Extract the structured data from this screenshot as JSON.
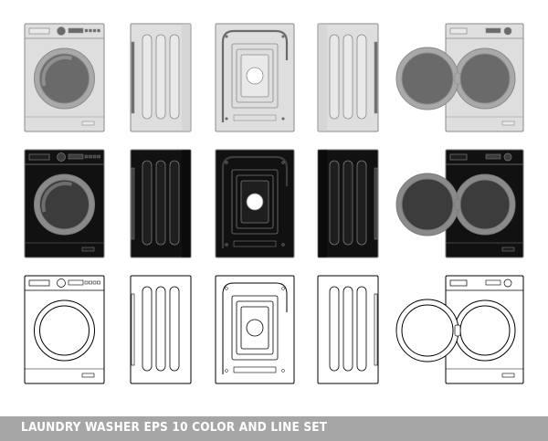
{
  "caption": "LAUNDRY WASHER EPS 10 COLOR AND LINE SET",
  "rows": [
    {
      "style": "gray"
    },
    {
      "style": "black"
    },
    {
      "style": "line"
    }
  ],
  "views": [
    "front-closed",
    "left-side",
    "back",
    "right-side",
    "front-open"
  ],
  "colors": {
    "gray": {
      "body": "#dedede",
      "panel": "#e9e9e9",
      "dark": "#6a6a6a",
      "ring": "#a9a9a9",
      "stroke": "#8a8a8a",
      "sideShade": "#c8c8c8"
    },
    "black": {
      "body": "#111111",
      "panel": "#1e1e1e",
      "dark": "#3c3c3c",
      "ring": "#8a8a8a",
      "stroke": "#7a7a7a",
      "sideShade": "#000000"
    },
    "line": {
      "body": "#ffffff",
      "panel": "#ffffff",
      "dark": "#ffffff",
      "ring": "#ffffff",
      "stroke": "#000000",
      "sideShade": "#ffffff"
    },
    "caption_bar": "#a6a6a6"
  }
}
